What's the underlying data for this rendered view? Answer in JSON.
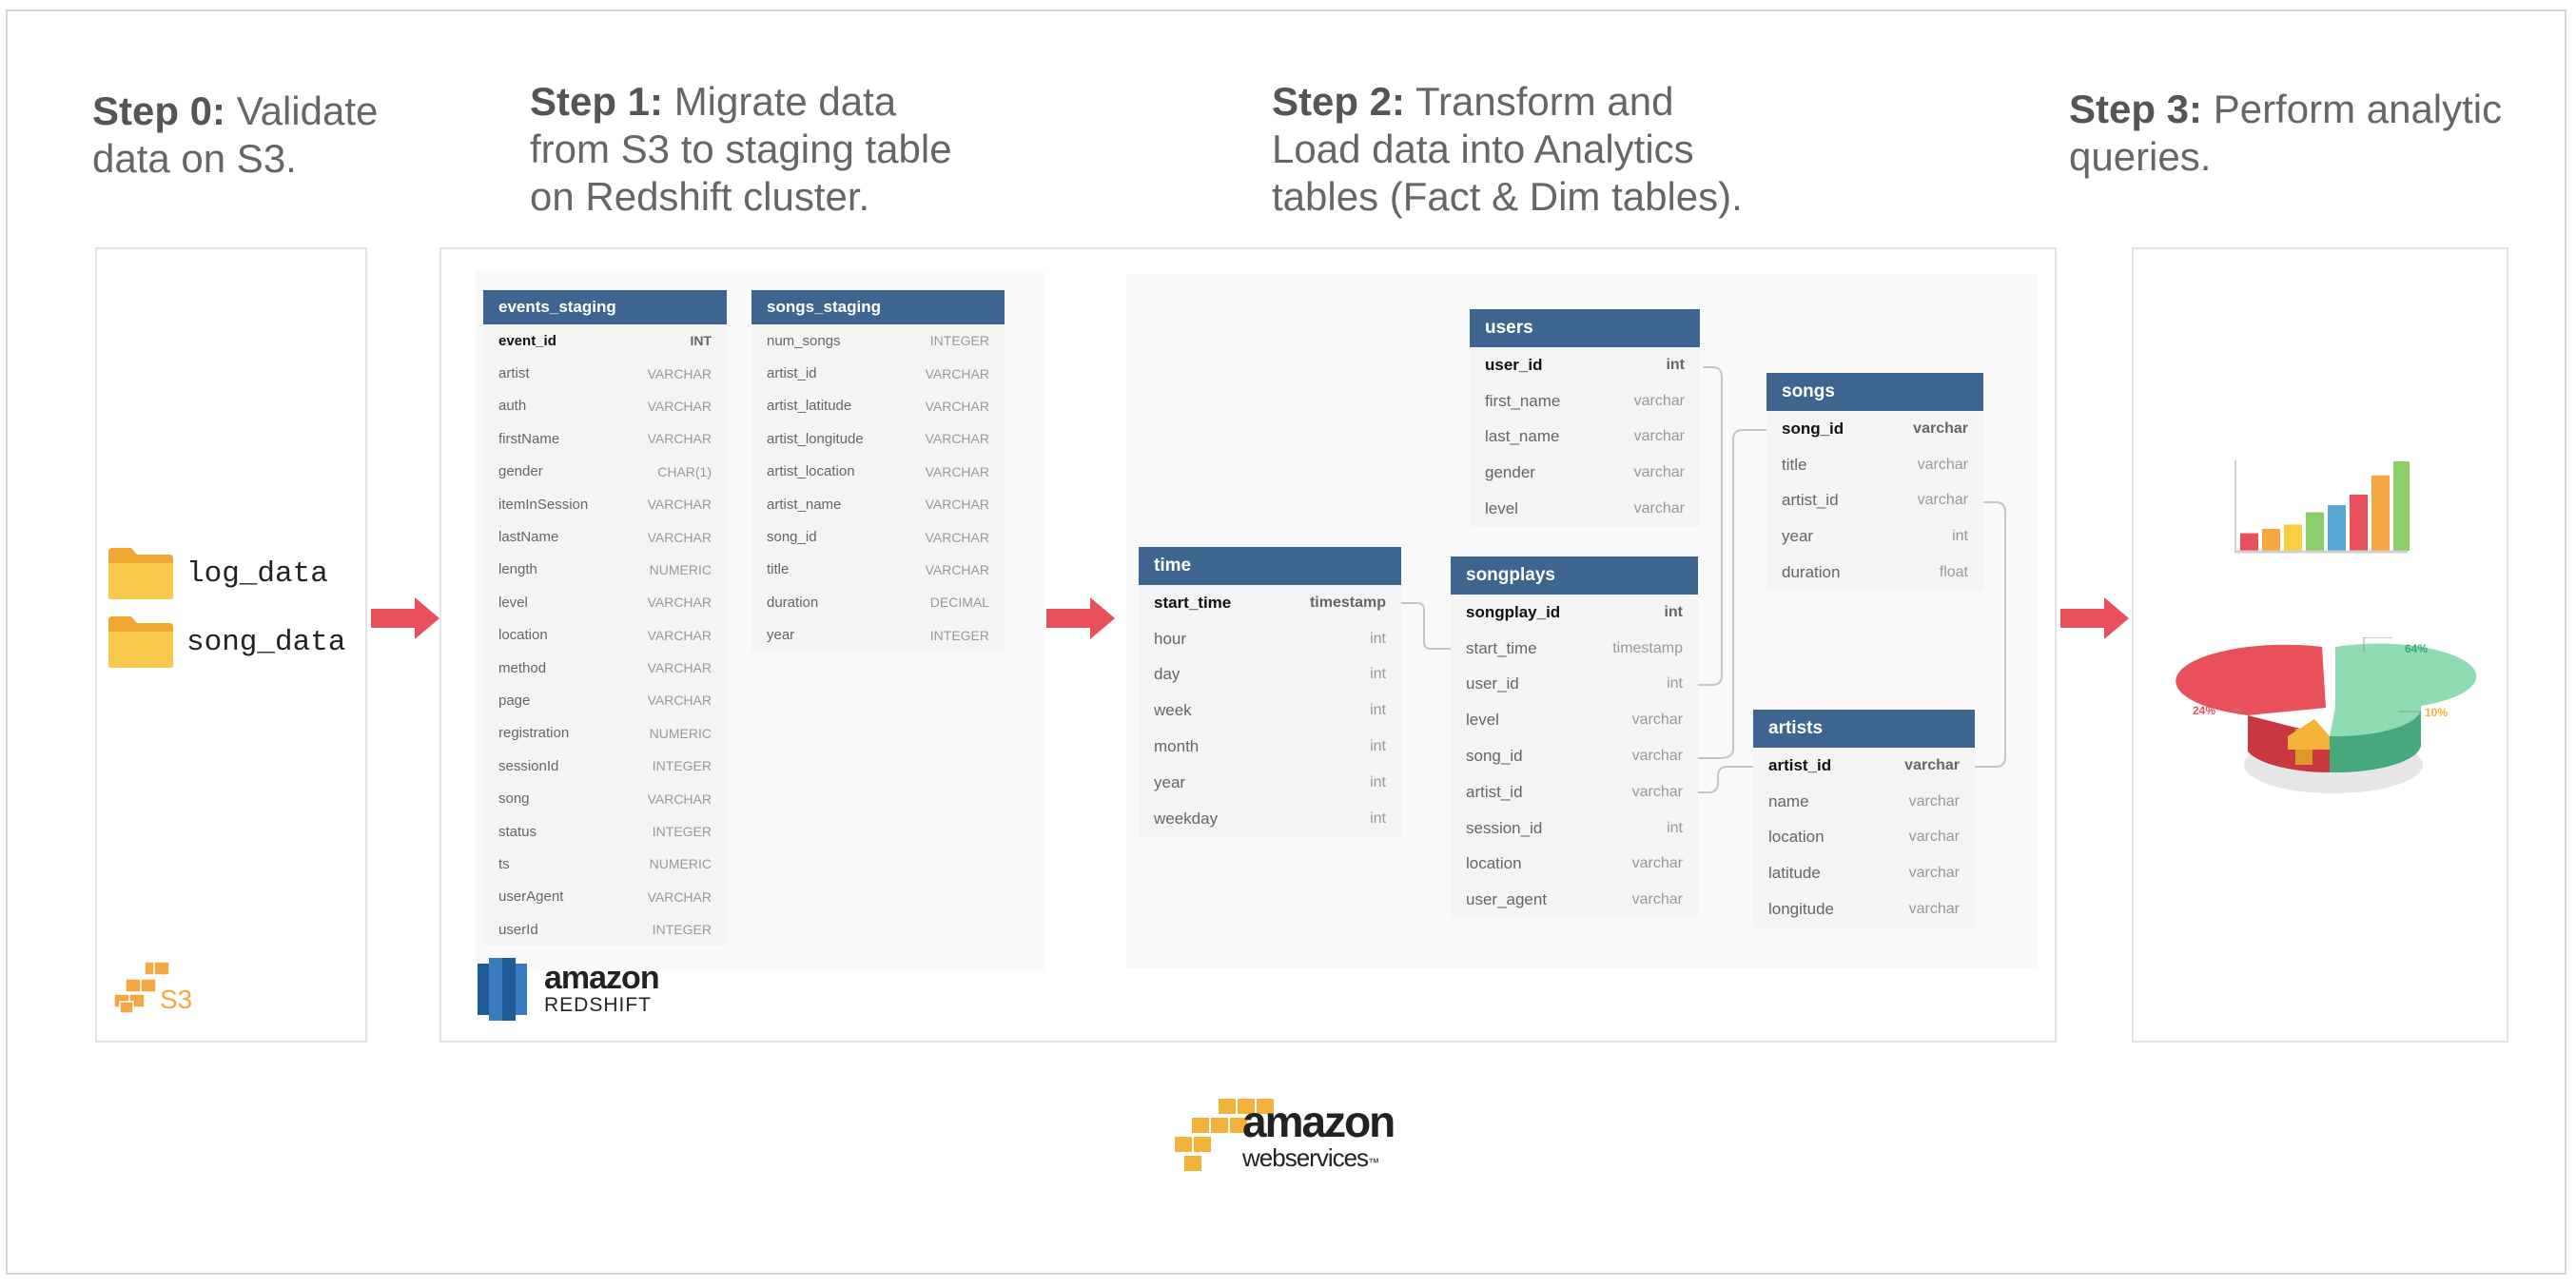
{
  "steps": [
    {
      "bold": "Step 0:",
      "text": " Validate data on S3."
    },
    {
      "bold": "Step 1:",
      "text": " Migrate data from S3 to staging table on Redshift cluster."
    },
    {
      "bold": "Step 2:",
      "text": " Transform and Load data into Analytics tables (Fact & Dim tables)."
    },
    {
      "bold": "Step 3:",
      "text": " Perform analytic queries."
    }
  ],
  "s3": {
    "folders": [
      "log_data",
      "song_data"
    ],
    "logo_text": "S3"
  },
  "redshift_logo": {
    "line1": "amazon",
    "line2": "REDSHIFT"
  },
  "aws_logo": {
    "line1": "amazon",
    "line2": "webservices",
    "tm": "™"
  },
  "colors": {
    "header": "#3e6590",
    "arrow": "#e8505b"
  },
  "staging_tables": [
    {
      "name": "events_staging",
      "columns": [
        [
          "event_id",
          "INT"
        ],
        [
          "artist",
          "VARCHAR"
        ],
        [
          "auth",
          "VARCHAR"
        ],
        [
          "firstName",
          "VARCHAR"
        ],
        [
          "gender",
          "CHAR(1)"
        ],
        [
          "itemInSession",
          "VARCHAR"
        ],
        [
          "lastName",
          "VARCHAR"
        ],
        [
          "length",
          "NUMERIC"
        ],
        [
          "level",
          "VARCHAR"
        ],
        [
          "location",
          "VARCHAR"
        ],
        [
          "method",
          "VARCHAR"
        ],
        [
          "page",
          "VARCHAR"
        ],
        [
          "registration",
          "NUMERIC"
        ],
        [
          "sessionId",
          "INTEGER"
        ],
        [
          "song",
          "VARCHAR"
        ],
        [
          "status",
          "INTEGER"
        ],
        [
          "ts",
          "NUMERIC"
        ],
        [
          "userAgent",
          "VARCHAR"
        ],
        [
          "userId",
          "INTEGER"
        ]
      ],
      "pk": 0
    },
    {
      "name": "songs_staging",
      "columns": [
        [
          "num_songs",
          "INTEGER"
        ],
        [
          "artist_id",
          "VARCHAR"
        ],
        [
          "artist_latitude",
          "VARCHAR"
        ],
        [
          "artist_longitude",
          "VARCHAR"
        ],
        [
          "artist_location",
          "VARCHAR"
        ],
        [
          "artist_name",
          "VARCHAR"
        ],
        [
          "song_id",
          "VARCHAR"
        ],
        [
          "title",
          "VARCHAR"
        ],
        [
          "duration",
          "DECIMAL"
        ],
        [
          "year",
          "INTEGER"
        ]
      ],
      "pk": -1
    }
  ],
  "analytics_tables": [
    {
      "name": "users",
      "pk": 0,
      "columns": [
        [
          "user_id",
          "int"
        ],
        [
          "first_name",
          "varchar"
        ],
        [
          "last_name",
          "varchar"
        ],
        [
          "gender",
          "varchar"
        ],
        [
          "level",
          "varchar"
        ]
      ]
    },
    {
      "name": "songs",
      "pk": 0,
      "columns": [
        [
          "song_id",
          "varchar"
        ],
        [
          "title",
          "varchar"
        ],
        [
          "artist_id",
          "varchar"
        ],
        [
          "year",
          "int"
        ],
        [
          "duration",
          "float"
        ]
      ]
    },
    {
      "name": "time",
      "pk": 0,
      "columns": [
        [
          "start_time",
          "timestamp"
        ],
        [
          "hour",
          "int"
        ],
        [
          "day",
          "int"
        ],
        [
          "week",
          "int"
        ],
        [
          "month",
          "int"
        ],
        [
          "year",
          "int"
        ],
        [
          "weekday",
          "int"
        ]
      ]
    },
    {
      "name": "songplays",
      "pk": 0,
      "columns": [
        [
          "songplay_id",
          "int"
        ],
        [
          "start_time",
          "timestamp"
        ],
        [
          "user_id",
          "int"
        ],
        [
          "level",
          "varchar"
        ],
        [
          "song_id",
          "varchar"
        ],
        [
          "artist_id",
          "varchar"
        ],
        [
          "session_id",
          "int"
        ],
        [
          "location",
          "varchar"
        ],
        [
          "user_agent",
          "varchar"
        ]
      ]
    },
    {
      "name": "artists",
      "pk": 0,
      "columns": [
        [
          "artist_id",
          "varchar"
        ],
        [
          "name",
          "varchar"
        ],
        [
          "location",
          "varchar"
        ],
        [
          "latitude",
          "varchar"
        ],
        [
          "longitude",
          "varchar"
        ]
      ]
    }
  ],
  "analytics_icons": {
    "bar_chart": {
      "values": [
        2,
        2.5,
        3,
        4.4,
        5.2,
        6.4,
        8.6,
        10.2
      ],
      "colors": [
        "#e8505b",
        "#f4a742",
        "#f5d142",
        "#8ccf6a",
        "#5aa7d6",
        "#e8505b",
        "#f4a742",
        "#8ccf6a"
      ]
    },
    "pie_chart": {
      "slices": [
        {
          "label": "64%",
          "value": 64,
          "color": "#5ec59a"
        },
        {
          "label": "24%",
          "value": 24,
          "color": "#e8505b"
        },
        {
          "label": "10%",
          "value": 10,
          "color": "#f4b23a"
        }
      ]
    }
  }
}
